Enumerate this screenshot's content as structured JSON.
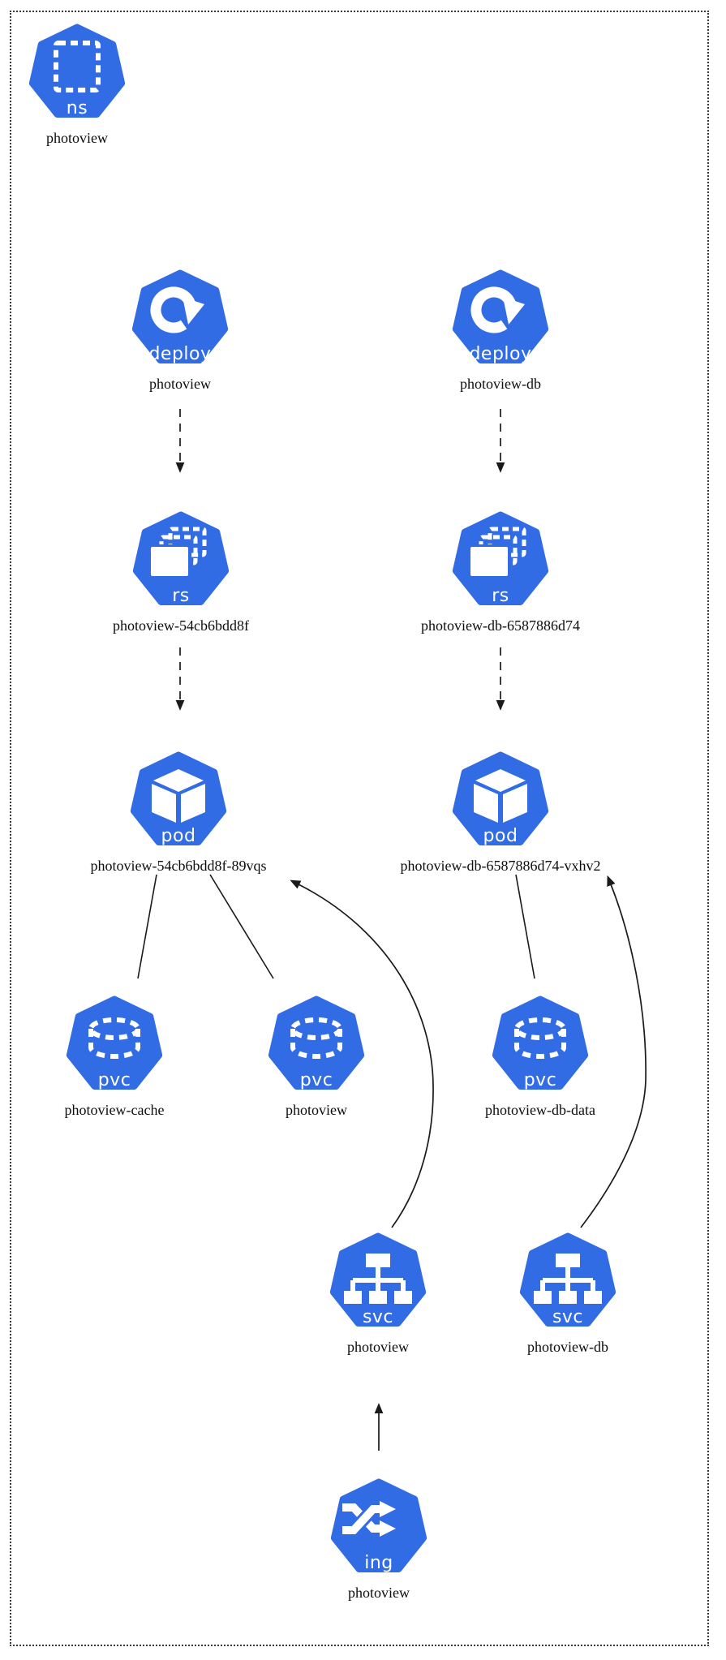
{
  "diagram": {
    "kind": "kubernetes-resource-diagram",
    "background": "#ffffff",
    "border_style": "dotted",
    "node_color": "#326CE5",
    "icon_text_color": "#ffffff",
    "label_color": "#0d0d0d",
    "edge_color": "#1a1a1a",
    "namespace": "photoview",
    "nodes": [
      {
        "kind": "ns",
        "label": "photoview"
      },
      {
        "kind": "deploy",
        "label": "photoview"
      },
      {
        "kind": "deploy",
        "label": "photoview-db"
      },
      {
        "kind": "rs",
        "label": "photoview-54cb6bdd8f"
      },
      {
        "kind": "rs",
        "label": "photoview-db-6587886d74"
      },
      {
        "kind": "pod",
        "label": "photoview-54cb6bdd8f-89vqs"
      },
      {
        "kind": "pod",
        "label": "photoview-db-6587886d74-vxhv2"
      },
      {
        "kind": "pvc",
        "label": "photoview-cache"
      },
      {
        "kind": "pvc",
        "label": "photoview"
      },
      {
        "kind": "pvc",
        "label": "photoview-db-data"
      },
      {
        "kind": "svc",
        "label": "photoview"
      },
      {
        "kind": "svc",
        "label": "photoview-db"
      },
      {
        "kind": "ing",
        "label": "photoview"
      }
    ],
    "edges": [
      {
        "from": "deploy/photoview",
        "to": "rs/photoview-54cb6bdd8f",
        "style": "dashed-arrow"
      },
      {
        "from": "deploy/photoview-db",
        "to": "rs/photoview-db-6587886d74",
        "style": "dashed-arrow"
      },
      {
        "from": "rs/photoview-54cb6bdd8f",
        "to": "pod/photoview-54cb6bdd8f-89vqs",
        "style": "dashed-arrow"
      },
      {
        "from": "rs/photoview-db-6587886d74",
        "to": "pod/photoview-db-6587886d74-vxhv2",
        "style": "dashed-arrow"
      },
      {
        "from": "pod/photoview-54cb6bdd8f-89vqs",
        "to": "pvc/photoview-cache",
        "style": "line"
      },
      {
        "from": "pod/photoview-54cb6bdd8f-89vqs",
        "to": "pvc/photoview",
        "style": "line"
      },
      {
        "from": "pod/photoview-db-6587886d74-vxhv2",
        "to": "pvc/photoview-db-data",
        "style": "line"
      },
      {
        "from": "svc/photoview",
        "to": "pod/photoview-54cb6bdd8f-89vqs",
        "style": "curved-arrow"
      },
      {
        "from": "svc/photoview-db",
        "to": "pod/photoview-db-6587886d74-vxhv2",
        "style": "curved-arrow"
      },
      {
        "from": "ing/photoview",
        "to": "svc/photoview",
        "style": "arrow"
      }
    ]
  }
}
